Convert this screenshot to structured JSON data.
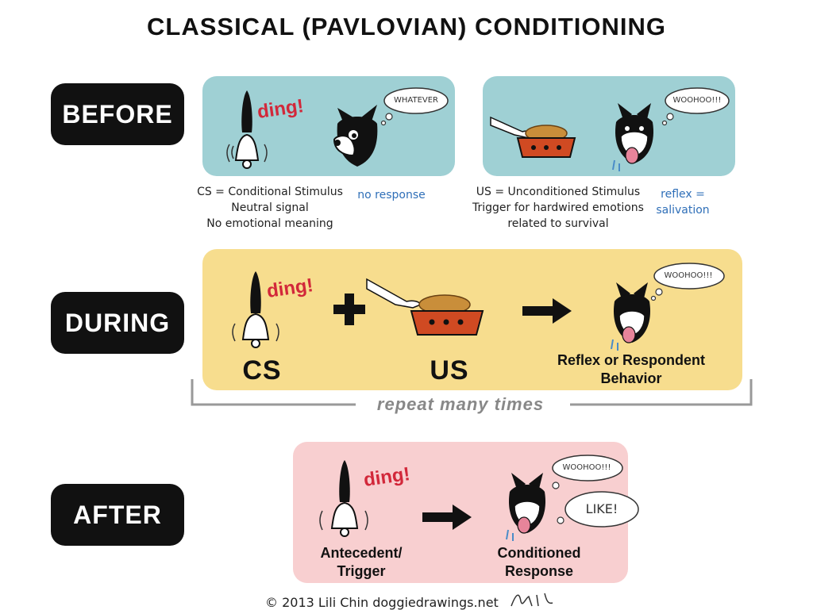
{
  "title": "CLASSICAL (PAVLOVIAN) CONDITIONING",
  "stages": {
    "before": "BEFORE",
    "during": "DURING",
    "after": "AFTER"
  },
  "before": {
    "left": {
      "sound": "ding!",
      "thought": "WHATEVER",
      "caption_lines": [
        "CS = Conditional Stimulus",
        "Neutral signal",
        "No emotional meaning"
      ],
      "response": "no response"
    },
    "right": {
      "thought": "WOOHOO!!!",
      "caption_lines": [
        "US = Unconditioned Stimulus",
        "Trigger for hardwired emotions",
        "related to survival"
      ],
      "response_lines": [
        "reflex =",
        "salivation"
      ]
    }
  },
  "during": {
    "sound": "ding!",
    "cs_label": "CS",
    "us_label": "US",
    "thought": "WOOHOO!!!",
    "result_lines": [
      "Reflex or Respondent",
      "Behavior"
    ],
    "repeat": "repeat many times"
  },
  "after": {
    "sound": "ding!",
    "thought_1": "WOOHOO!!!",
    "thought_2": "LIKE!",
    "left_lines": [
      "Antecedent/",
      "Trigger"
    ],
    "right_lines": [
      "Conditioned",
      "Response"
    ]
  },
  "footer": "© 2013 Lili Chin doggiedrawings.net",
  "signature": "Lili",
  "colors": {
    "teal_panel": "#9fd0d4",
    "yellow_panel": "#f7dd8e",
    "pink_panel": "#f8cfd0",
    "ding_red": "#d2283a",
    "response_blue": "#2f6fb8",
    "bowl_red": "#d04a22"
  },
  "icons": [
    "bell-icon",
    "dog-icon",
    "food-bowl-icon",
    "hand-icon",
    "plus-icon",
    "right-arrow-icon",
    "thought-bubble-icon"
  ]
}
